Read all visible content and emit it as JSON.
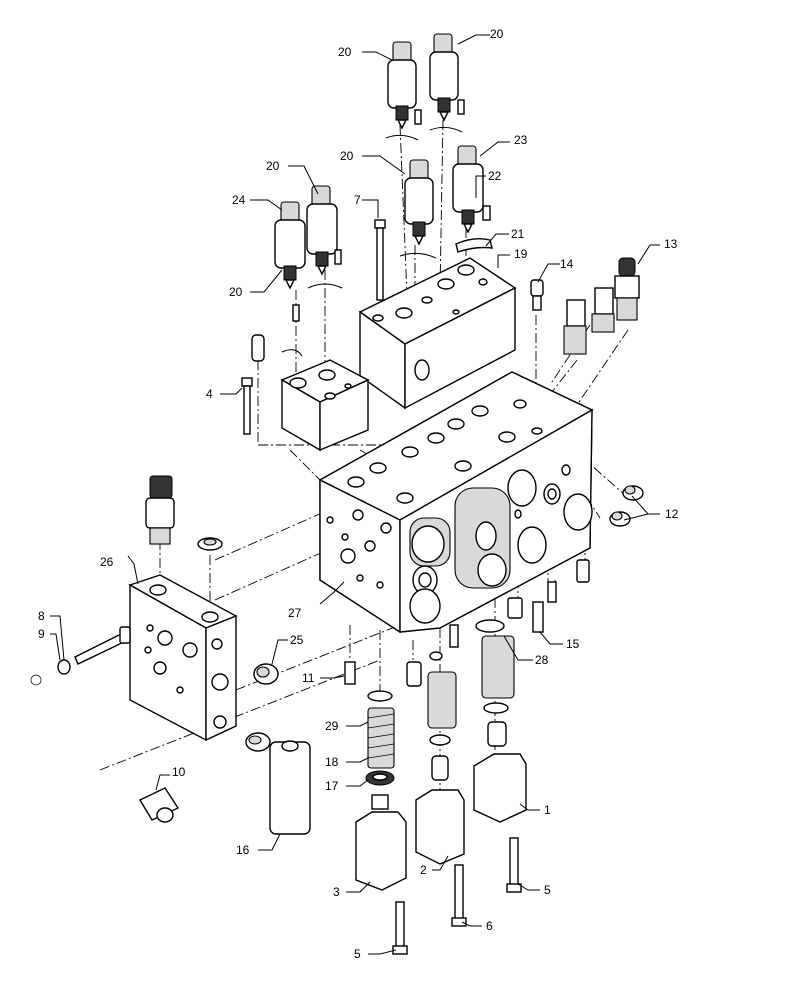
{
  "diagram": {
    "type": "exploded parts diagram",
    "callouts": [
      "1",
      "2",
      "3",
      "4",
      "5",
      "6",
      "7",
      "8",
      "9",
      "10",
      "11",
      "12",
      "13",
      "14",
      "15",
      "16",
      "17",
      "18",
      "19",
      "20",
      "21",
      "22",
      "23",
      "24",
      "25",
      "26",
      "27",
      "28",
      "29"
    ]
  }
}
